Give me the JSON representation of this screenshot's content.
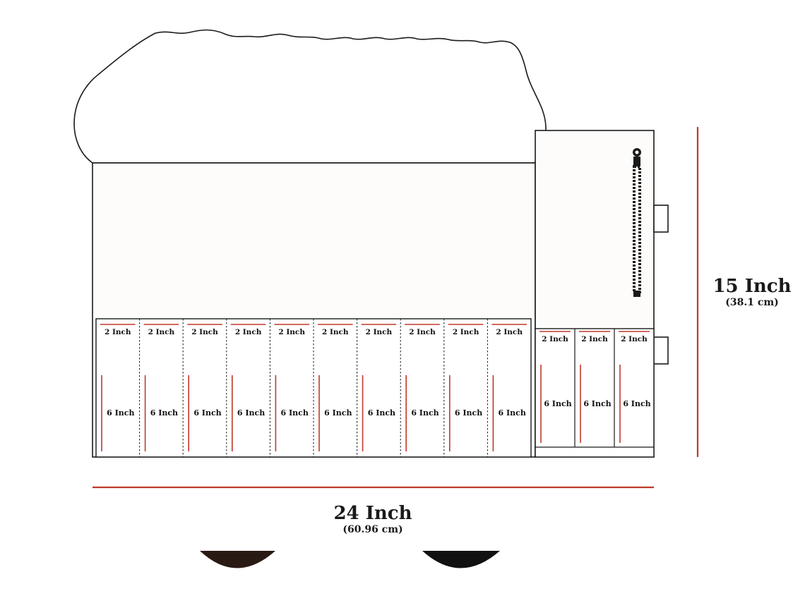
{
  "diagram": {
    "width_label": "24 Inch",
    "width_metric": "(60.96 cm)",
    "height_label": "15 Inch",
    "height_metric": "(38.1 cm)",
    "main_pockets": {
      "count": 10,
      "top_label": "2 Inch",
      "side_label": "6 Inch"
    },
    "side_pockets": {
      "count": 3,
      "top_label": "2 Inch",
      "side_label": "6 Inch"
    },
    "accent_color": "#c0392b"
  }
}
